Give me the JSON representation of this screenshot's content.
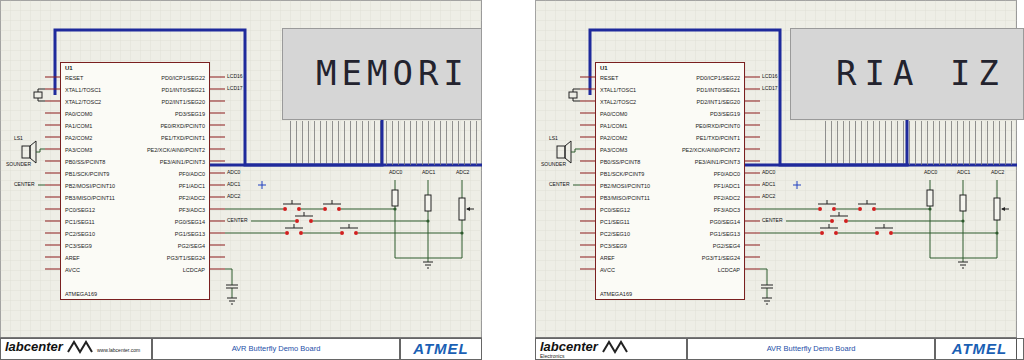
{
  "diagram": {
    "nodes": [
      {
        "text": [
          "U1",
          "RESET",
          "XTAL1/TOSC1",
          "XTAL2/TOSC2",
          "PA0/COM0",
          "PA1/COM1",
          "PA2/COM2",
          "PA3/COM3",
          "PB0/SS/PCINT8",
          "PB1/SCK/PCINT9",
          "PB2/MOSI/PCINT10",
          "PB3/MISO/PCINT11",
          "PC0/SEG12",
          "PC1/SEG11",
          "PC2/SEG10",
          "PC3/SEG9",
          "AREF",
          "AVCC",
          "PD0/ICP1/SEG22",
          "PD1/INT0/SEG21",
          "PD2/INT1/SEG20",
          "PD3/SEG19",
          "PE0/RXD/PCINT0",
          "PE1/TXD/PCINT1",
          "PE2/XCK/AIN0/PCINT2",
          "PE3/AIN1/PCINT3",
          "PF0/ADC0",
          "PF1/ADC1",
          "PF2/ADC2",
          "PF3/ADC3",
          "PG0/SEG14",
          "PG1/SEG13",
          "PG2/SEG4",
          "PG3/T1/SEG24",
          "LCDCAP",
          "ATMEGA169"
        ]
      },
      {
        "text": [
          "MEMORI"
        ]
      },
      {
        "text": [
          "labcenter",
          "www.labcenter.com"
        ]
      },
      {
        "text": [
          "AVR Butterfly Demo Board"
        ]
      },
      {
        "text": [
          "ATMEL"
        ]
      },
      {
        "text": [
          "U1",
          "RESET",
          "XTAL1/TOSC1",
          "XTAL2/TOSC2",
          "PA0/COM0",
          "PA1/COM1",
          "PA2/COM2",
          "PA3/COM3",
          "PB0/SS/PCINT8",
          "PB1/SCK/PCINT9",
          "PB2/MOSI/PCINT10",
          "PB3/MISO/PCINT11",
          "PC0/SEG12",
          "PC1/SEG11",
          "PC2/SEG10",
          "PC3/SEG9",
          "AREF",
          "AVCC",
          "PD0/ICP1/SEG22",
          "PD1/INT0/SEG21",
          "PD2/INT1/SEG20",
          "PD3/SEG19",
          "PE0/RXD/PCINT0",
          "PE1/TXD/PCINT1",
          "PE2/XCK/AIN0/PCINT2",
          "PE3/AIN1/PCINT3",
          "PF0/ADC0",
          "PF1/ADC1",
          "PF2/ADC2",
          "PF3/ADC3",
          "PG0/SEG14",
          "PG1/SEG13",
          "PG2/SEG4",
          "PG3/T1/SEG24",
          "LCDCAP",
          "ATMEGA169"
        ]
      },
      {
        "text": [
          "RIA IZ"
        ]
      },
      {
        "text": [
          "labcenter",
          "Electronics"
        ]
      },
      {
        "text": [
          "AVR Butterfly Demo Board"
        ]
      },
      {
        "text": [
          "ATMEL"
        ]
      }
    ],
    "edges": [
      {
        "from": 0,
        "to": 1,
        "arrow": "none"
      },
      {
        "from": 5,
        "to": 6,
        "arrow": "none"
      }
    ],
    "labels": [
      "LS1",
      "SOUNDER",
      "CENTER",
      "LCD16",
      "LCD17",
      "ADC0",
      "ADC1",
      "ADC2",
      "CENTER",
      "ADC0",
      "ADC1",
      "ADC2",
      "LS1",
      "SOUNDER",
      "CENTER",
      "LCD16",
      "LCD17",
      "ADC0",
      "ADC1",
      "ADC2",
      "CENTER",
      "ADC0",
      "ADC1",
      "ADC2"
    ]
  }
}
